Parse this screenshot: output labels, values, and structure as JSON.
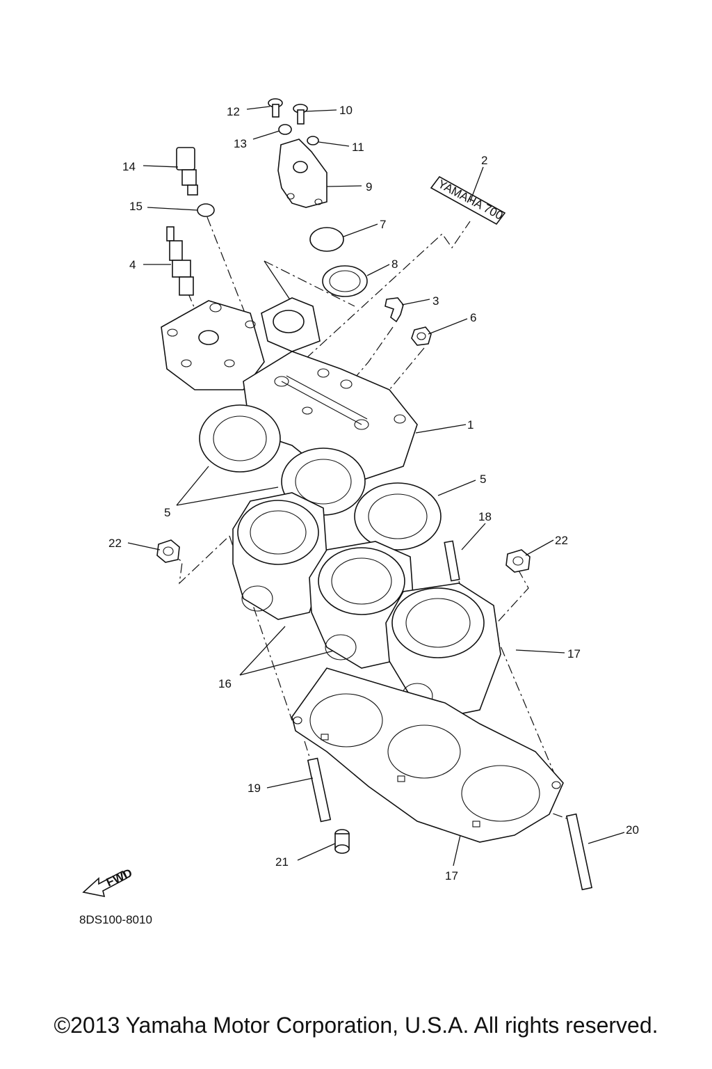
{
  "diagram": {
    "callouts": [
      "1",
      "2",
      "3",
      "4",
      "5",
      "5",
      "6",
      "7",
      "8",
      "9",
      "10",
      "11",
      "12",
      "13",
      "14",
      "15",
      "16",
      "17",
      "17",
      "18",
      "19",
      "20",
      "21",
      "22",
      "22"
    ],
    "decal_text": "YAMAHA 700",
    "fwd_text": "FWD",
    "code": "8DS100-8010"
  },
  "footer": {
    "copyright": "©2013 Yamaha Motor Corporation, U.S.A. All rights reserved."
  }
}
